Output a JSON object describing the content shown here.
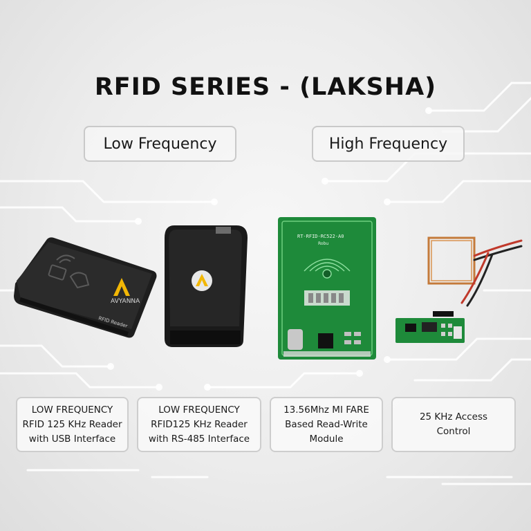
{
  "title": "RFID SERIES - (LAKSHA)",
  "frequency_tabs": [
    {
      "label": "Low Frequency"
    },
    {
      "label": "High Frequency"
    }
  ],
  "products": [
    {
      "caption": "LOW FREQUENCY\nRFID 125 KHz Reader\nwith USB Interface",
      "device_text": [
        "AVYANNA",
        "RFID Reader"
      ]
    },
    {
      "caption": "LOW FREQUENCY\nRFID125 KHz Reader\nwith RS-485 Interface"
    },
    {
      "caption": "13.56Mhz MI FARE\nBased Read-Write\nModule",
      "device_text": [
        "RT-RFID-RC522-A0",
        "Robu"
      ]
    },
    {
      "caption": "25 KHz Access\nControl"
    }
  ],
  "colors": {
    "pcb_green": "#1e8a3a",
    "brand_yellow": "#f2b705",
    "device_black": "#1c1c1c"
  }
}
